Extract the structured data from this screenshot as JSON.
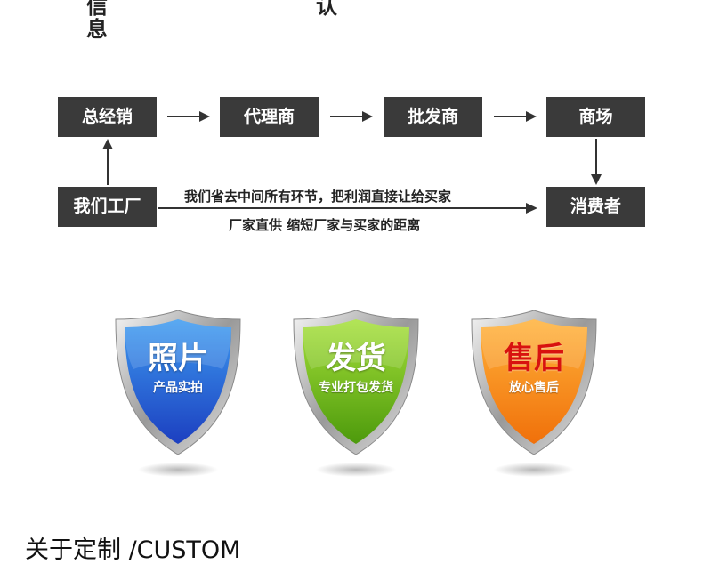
{
  "top_fragments": {
    "left_line1": "信",
    "left_line2": "息",
    "middle": "认"
  },
  "flow": {
    "boxes": {
      "wholesaler": "总经销",
      "agent": "代理商",
      "distributor": "批发商",
      "mall": "商场",
      "factory": "我们工厂",
      "consumer": "消费者"
    },
    "note_line1": "我们省去中间所有环节，把利润直接让给买家",
    "note_line2": "厂家直供 缩短厂家与买家的距离"
  },
  "badges": [
    {
      "title": "照片",
      "subtitle": "产品实拍",
      "color_top": "#3d9bf0",
      "color_bottom": "#1c3fc0",
      "icon": "shield-icon"
    },
    {
      "title": "发货",
      "subtitle": "专业打包发货",
      "color_top": "#a6e03a",
      "color_bottom": "#4d9a0c",
      "icon": "shield-icon"
    },
    {
      "title": "售后",
      "subtitle": "放心售后",
      "color_top": "#ffb23a",
      "color_bottom": "#f0700a",
      "icon": "shield-icon"
    }
  ],
  "section_title": "关于定制 /CUSTOM"
}
